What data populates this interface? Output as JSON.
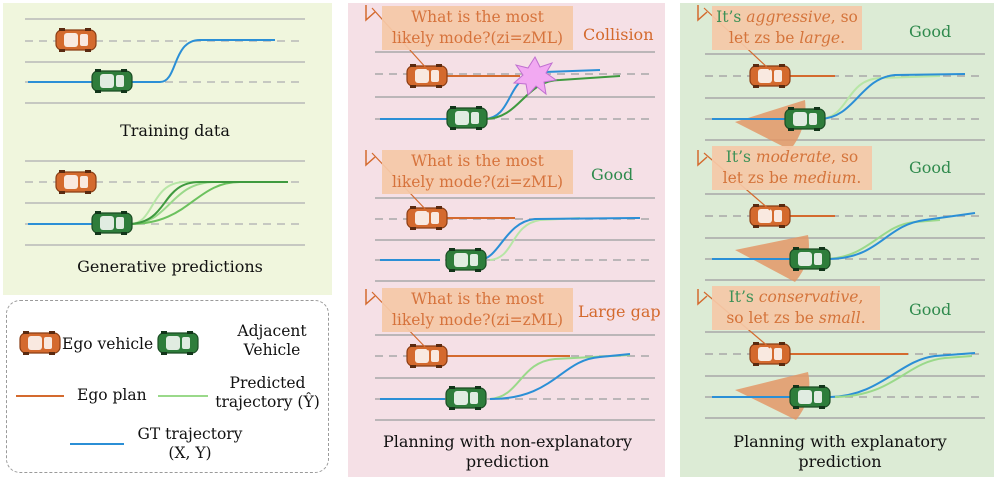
{
  "colors": {
    "ego": "#d46a2e",
    "adjacent": "#2e7d3b",
    "gt": "#2b8fd6",
    "pred": "#9ad98a",
    "pred_dark": "#3f9a3f"
  },
  "left": {
    "training_label": "Training data",
    "generative_label": "Generative predictions"
  },
  "legend": {
    "ego_vehicle": "Ego vehicle",
    "adjacent_line1": "Adjacent",
    "adjacent_line2": "Vehicle",
    "ego_plan": "Ego plan",
    "predicted_line1": "Predicted",
    "predicted_line2": "trajectory (Ŷ)",
    "gt_line1": "GT trajectory",
    "gt_line2": "(X, Y)"
  },
  "middle": {
    "q_line1": "What is the most",
    "q_line2": "likely mode?(zi=zML)",
    "results": [
      "Collision",
      "Good",
      "Large gap"
    ],
    "caption_line1": "Planning with non-explanatory",
    "caption_line2": "prediction"
  },
  "right": {
    "e1_pre": "It’s ",
    "e1_em": "aggressive",
    "e1_post": ", so",
    "e1_line2_pre": "let zs be ",
    "e1_line2_em": "large",
    "e1_line2_post": ".",
    "e2_pre": "It’s ",
    "e2_em": "moderate",
    "e2_post": ", so",
    "e2_line2_pre": "let zs be ",
    "e2_line2_em": "medium",
    "e2_line2_post": ".",
    "e3_pre": "It’s ",
    "e3_em": "conservative",
    "e3_post": ",",
    "e3_line2_pre": "so let zs be ",
    "e3_line2_em": "small",
    "e3_line2_post": ".",
    "results": [
      "Good",
      "Good",
      "Good"
    ],
    "caption_line1": "Planning with explanatory",
    "caption_line2": "prediction"
  }
}
